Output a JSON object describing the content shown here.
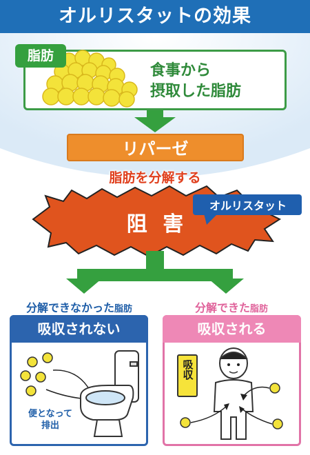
{
  "title": "オルリスタットの効果",
  "fat": {
    "tag": "脂肪",
    "desc_line1": "食事から",
    "desc_line2": "摂取した脂肪"
  },
  "lipase": "リパーゼ",
  "decompose": "脂肪を分解する",
  "block": "阻 害",
  "orlistat_bubble": "オルリスタット",
  "left": {
    "label_main": "分解できなかった",
    "label_small": "脂肪",
    "heading": "吸収されない",
    "excrete_line1": "便となって",
    "excrete_line2": "排出"
  },
  "right": {
    "label_main": "分解できた",
    "label_small": "脂肪",
    "heading": "吸収される",
    "absorb_tag": "吸収"
  },
  "colors": {
    "title_blue": "#1f6fb7",
    "green": "#35a03f",
    "orange": "#ee8e2c",
    "red_orange": "#e0541e",
    "blue": "#2c64ae",
    "pink": "#ee88b6",
    "fat_yellow": "#f3e33a"
  }
}
